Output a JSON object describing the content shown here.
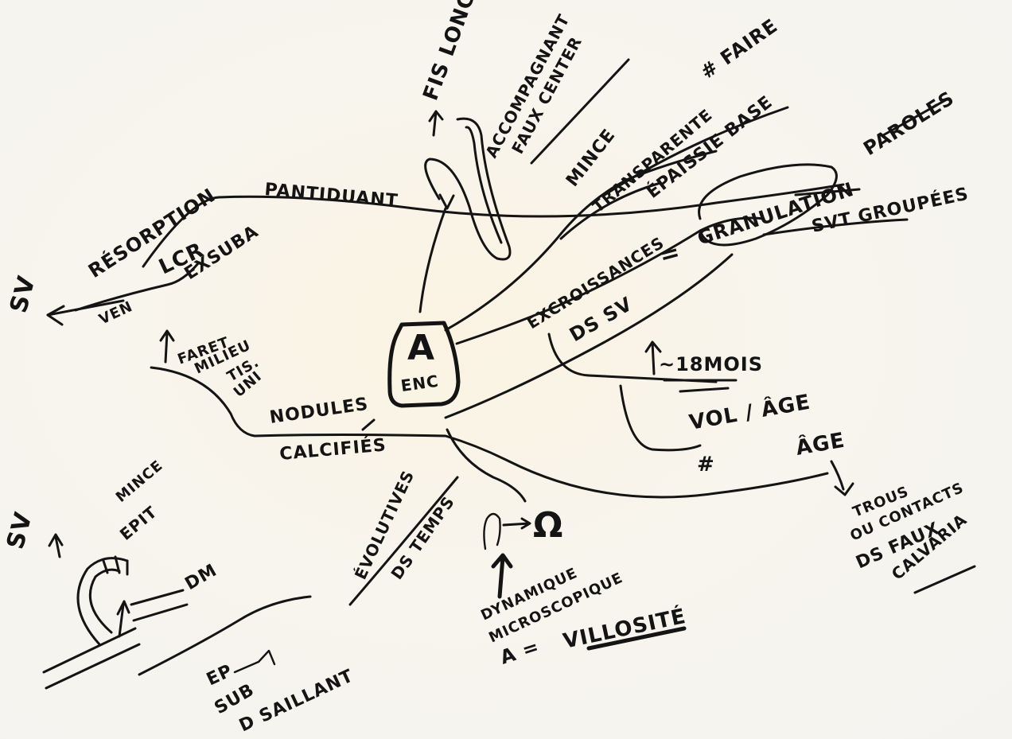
{
  "central_node": {
    "letter": "A",
    "subtitle": "ENC"
  },
  "labels": {
    "fis_long": "FIS LONG",
    "accompagnant_1": "ACCOMPAGNANT",
    "accompagnant_2": "FAUX CENTER",
    "faire": "# FAIRE",
    "paroles": "PAROLES",
    "mince": "MINCE",
    "transparente": "TRANSPARENTE",
    "epaissie_base": "ÉPAISSIE BASE",
    "pantiduant": "PANTIDUANT",
    "resorption": "RÉSORPTION",
    "lcr": "LCR",
    "exsuba": "EXSUBA",
    "sv_left": "SV",
    "ven": "VEN",
    "granulation": "GRANULATION",
    "svt_groupees": "SVT GROUPÉES",
    "excroissances": "EXCROISSANCES",
    "ds_sv": "DS SV",
    "equals": "=",
    "mois": "~18MOIS",
    "vol_age": "VOL / ÂGE",
    "hash": "#",
    "age": "ÂGE",
    "trous_1": "TROUS",
    "trous_2": "OU CONTACTS",
    "trous_3": "DS FAUX",
    "trous_4": "CALVARIA",
    "faret_1": "FARET",
    "faret_2": "MILIEU",
    "faret_3": "TIS.",
    "faret_4": "UNI",
    "nodules": "NODULES",
    "calcifies": "CALCIFIÉS",
    "mince_bottom": "MINCE",
    "epit": "EPIT",
    "sv_bottom": "SV",
    "dm": "DM",
    "evolutives": "ÉVOLUTIVES",
    "ds_temps": "DS TEMPS",
    "ep": "EP",
    "sub": "SUB",
    "d_saillant": "D SAILLANT",
    "dynamique_1": "DYNAMIQUE",
    "dynamique_2": "MICROSCOPIQUE",
    "villosite_prefix": "A =",
    "villosite": "VILLOSITÉ",
    "omega": "Ω",
    "arrow_pair": "∩→"
  }
}
